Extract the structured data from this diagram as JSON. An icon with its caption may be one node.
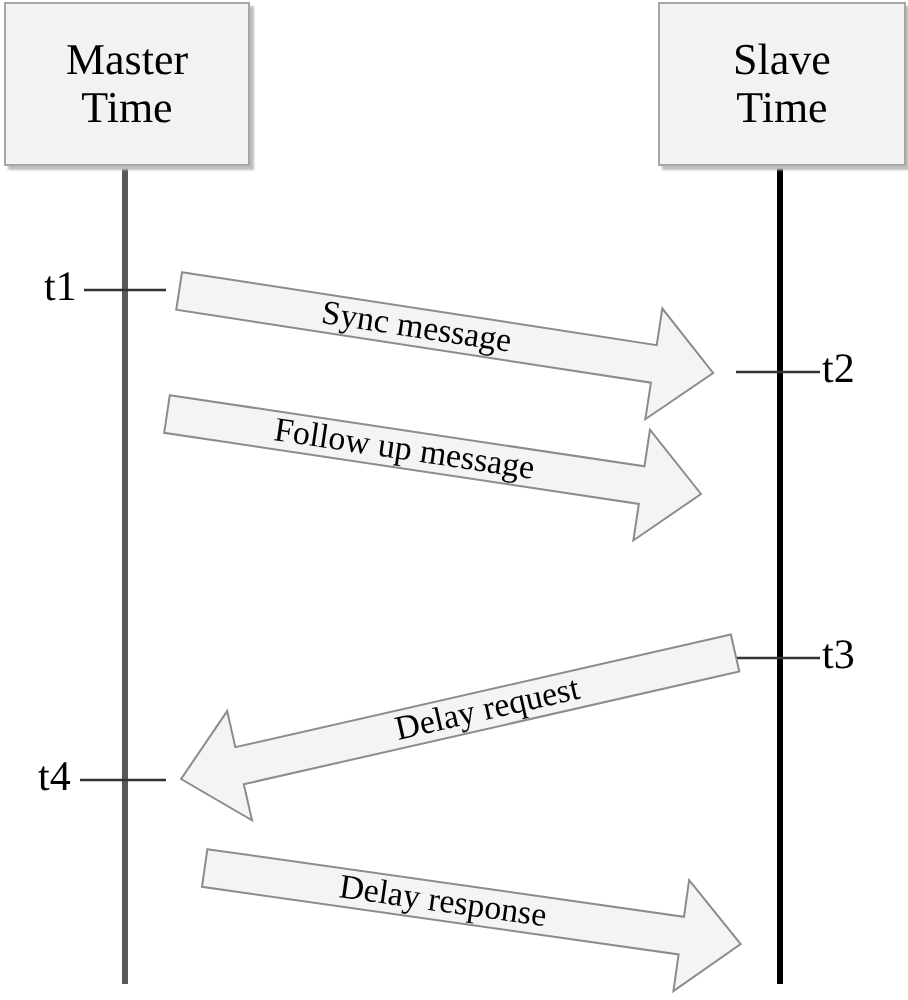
{
  "diagram": {
    "nodes": [
      {
        "text": [
          "Master Time"
        ]
      },
      {
        "text": [
          "Slave Time"
        ]
      },
      {
        "text": [
          "Sync message"
        ]
      },
      {
        "text": [
          "Follow up message"
        ]
      },
      {
        "text": [
          "Delay request"
        ]
      },
      {
        "text": [
          "Delay response"
        ]
      }
    ],
    "edges": [
      {
        "from": 0,
        "to": null,
        "arrow": "none",
        "color": "#595959"
      },
      {
        "from": 1,
        "to": null,
        "arrow": "none",
        "color": "#000000"
      }
    ],
    "labels": [
      "t1",
      "t2",
      "t3",
      "t4"
    ]
  }
}
